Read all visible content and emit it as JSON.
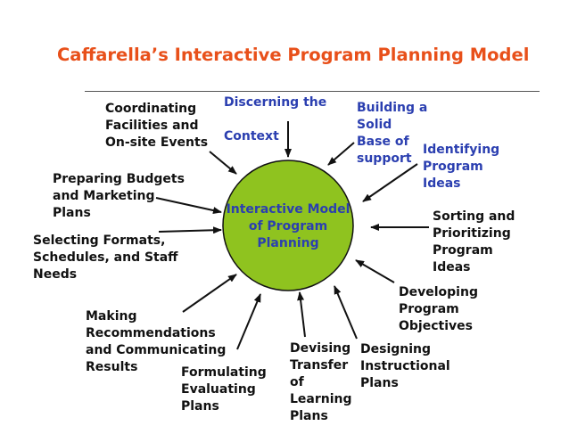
{
  "title": "Caffarella’s Interactive Program Planning Model",
  "colors": {
    "title": "#e8501a",
    "hub_fill": "#8fc31f",
    "blue_text": "#2b3fb0",
    "black_text": "#111111"
  },
  "hub": {
    "label": "Interactive Model\nof Program\nPlanning"
  },
  "components": [
    {
      "id": "discerning",
      "label": "Discerning the\n\nContext",
      "color": "blue"
    },
    {
      "id": "building",
      "label": "Building a\nSolid\nBase of\nsupport",
      "color": "blue"
    },
    {
      "id": "identifying",
      "label": "Identifying\nProgram\nIdeas",
      "color": "blue"
    },
    {
      "id": "sorting",
      "label": "Sorting and\nPrioritizing\nProgram\nIdeas",
      "color": "black"
    },
    {
      "id": "developing",
      "label": "Developing\nProgram\nObjectives",
      "color": "black"
    },
    {
      "id": "designing",
      "label": "Designing\nInstructional\nPlans",
      "color": "black"
    },
    {
      "id": "devising",
      "label": "Devising\nTransfer\nof\nLearning\nPlans",
      "color": "black"
    },
    {
      "id": "formulating",
      "label": "Formulating\nEvaluating\nPlans",
      "color": "black"
    },
    {
      "id": "making",
      "label": "Making\nRecommendations\nand Communicating\nResults",
      "color": "black"
    },
    {
      "id": "selecting",
      "label": "Selecting Formats,\nSchedules, and Staff\nNeeds",
      "color": "black"
    },
    {
      "id": "preparing",
      "label": "Preparing Budgets\nand Marketing\nPlans",
      "color": "black"
    },
    {
      "id": "coordinating",
      "label": "Coordinating\nFacilities and\nOn-site Events",
      "color": "black"
    }
  ]
}
